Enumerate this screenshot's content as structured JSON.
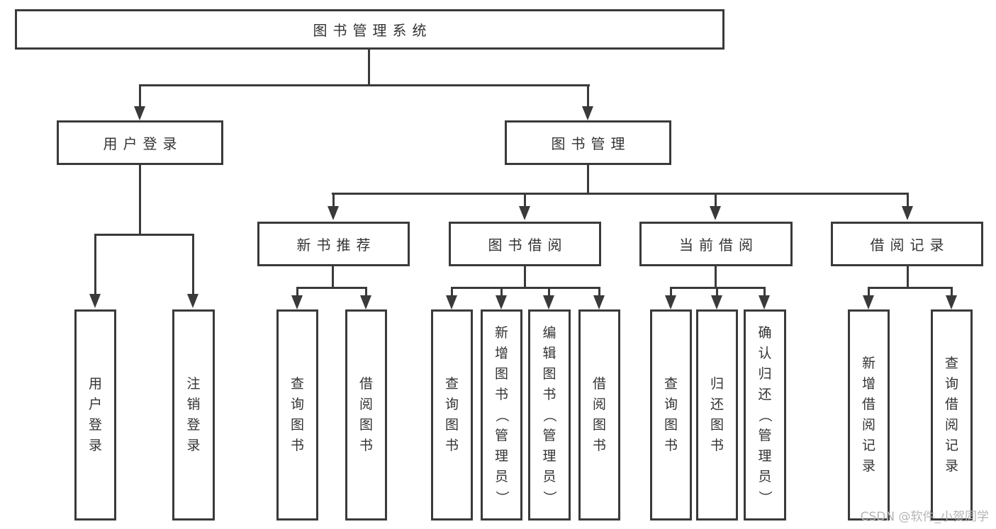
{
  "diagram": {
    "root": {
      "label": "图书管理系统"
    },
    "level2": [
      {
        "label": "用户登录"
      },
      {
        "label": "图书管理"
      }
    ],
    "level3": [
      {
        "label": "新书推荐"
      },
      {
        "label": "图书借阅"
      },
      {
        "label": "当前借阅"
      },
      {
        "label": "借阅记录"
      }
    ],
    "leaves": [
      {
        "label": "用户登录",
        "parent": "用户登录"
      },
      {
        "label": "注销登录",
        "parent": "用户登录"
      },
      {
        "label": "查询图书",
        "parent": "新书推荐"
      },
      {
        "label": "借阅图书",
        "parent": "新书推荐"
      },
      {
        "label": "查询图书",
        "parent": "图书借阅"
      },
      {
        "label": "新增图书（管理员）",
        "parent": "图书借阅"
      },
      {
        "label": "编辑图书（管理员）",
        "parent": "图书借阅"
      },
      {
        "label": "借阅图书",
        "parent": "图书借阅"
      },
      {
        "label": "查询图书",
        "parent": "当前借阅"
      },
      {
        "label": "归还图书",
        "parent": "当前借阅"
      },
      {
        "label": "确认归还（管理员）",
        "parent": "当前借阅"
      },
      {
        "label": "新增借阅记录",
        "parent": "借阅记录"
      },
      {
        "label": "查询借阅记录",
        "parent": "借阅记录"
      }
    ],
    "colors": {
      "line": "#3a3a3a",
      "text": "#333333",
      "background": "#ffffff",
      "watermark": "#b5b5b5"
    }
  },
  "watermark": {
    "text": "CSDN @软件_小贺同学"
  }
}
